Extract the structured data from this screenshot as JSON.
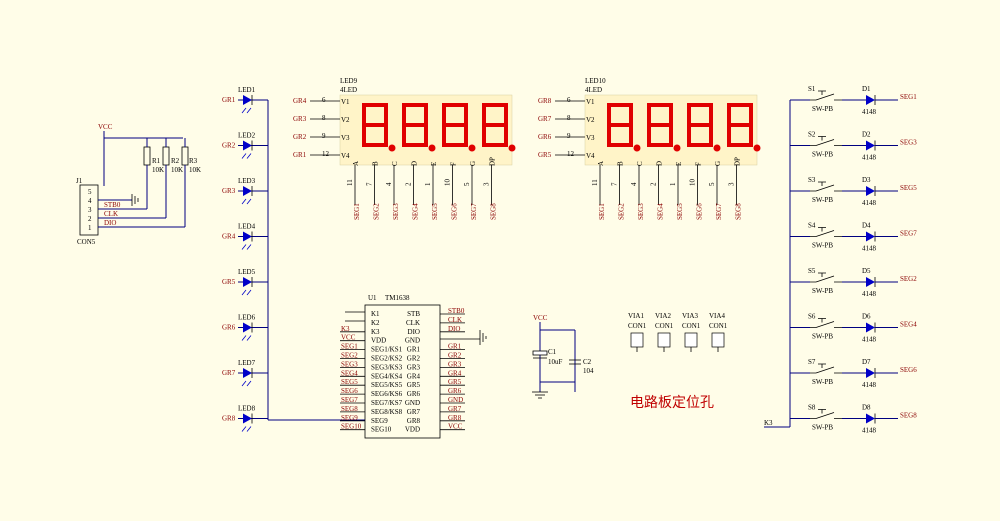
{
  "colors": {
    "background": "#fffde8",
    "wire": "#000080",
    "led_segment": "#e00000",
    "led_panel": "#fff4c8",
    "net_label": "#8b0000",
    "diode": "#0000c8",
    "hint_text": "#c00000"
  },
  "vcc": "VCC",
  "j1": {
    "ref": "J1",
    "name": "CON5",
    "pins": [
      "5",
      "4",
      "3",
      "2",
      "1"
    ],
    "nets": [
      "STB0",
      "CLK",
      "DIO"
    ]
  },
  "resistors": [
    {
      "ref": "R1",
      "val": "10K"
    },
    {
      "ref": "R2",
      "val": "10K"
    },
    {
      "ref": "R3",
      "val": "10K"
    }
  ],
  "leds": [
    {
      "ref": "LED1",
      "net": "GR1"
    },
    {
      "ref": "LED2",
      "net": "GR2"
    },
    {
      "ref": "LED3",
      "net": "GR3"
    },
    {
      "ref": "LED4",
      "net": "GR4"
    },
    {
      "ref": "LED5",
      "net": "GR5"
    },
    {
      "ref": "LED6",
      "net": "GR6"
    },
    {
      "ref": "LED7",
      "net": "GR7"
    },
    {
      "ref": "LED8",
      "net": "GR8"
    }
  ],
  "displays": [
    {
      "ref": "LED9",
      "type": "4LED",
      "inputs": [
        {
          "net": "GR4",
          "pin": "6"
        },
        {
          "net": "GR3",
          "pin": "8"
        },
        {
          "net": "GR2",
          "pin": "9"
        },
        {
          "net": "GR1",
          "pin": "12"
        }
      ],
      "pins": [
        "11",
        "7",
        "4",
        "2",
        "1",
        "10",
        "5",
        "3"
      ]
    },
    {
      "ref": "LED10",
      "type": "4LED",
      "inputs": [
        {
          "net": "GR8",
          "pin": "6"
        },
        {
          "net": "GR7",
          "pin": "8"
        },
        {
          "net": "GR6",
          "pin": "9"
        },
        {
          "net": "GR5",
          "pin": "12"
        }
      ],
      "pins": [
        "11",
        "7",
        "4",
        "2",
        "1",
        "10",
        "5",
        "3"
      ]
    }
  ],
  "digit_labels": [
    "V1",
    "V2",
    "V3",
    "V4"
  ],
  "seg_letters": [
    "A",
    "B",
    "C",
    "D",
    "E",
    "F",
    "G",
    "DP"
  ],
  "seg_nets": [
    "SEG1",
    "SEG2",
    "SEG3",
    "SEG4",
    "SEG5",
    "SEG6",
    "SEG7",
    "SEG8"
  ],
  "tm1638": {
    "ref": "U1",
    "name": "TM1638",
    "left_pins": [
      "K1",
      "K2",
      "K3",
      "VDD",
      "SEG1/KS1",
      "SEG2/KS2",
      "SEG3/KS3",
      "SEG4/KS4",
      "SEG5/KS5",
      "SEG6/KS6",
      "SEG7/KS7",
      "SEG8/KS8",
      "SEG9",
      "SEG10"
    ],
    "right_pins": [
      "STB",
      "CLK",
      "DIO",
      "GND",
      "GR1",
      "GR2",
      "GR3",
      "GR4",
      "GR5",
      "GR6",
      "GND",
      "GR7",
      "GR8",
      "VDD"
    ],
    "left_nets": [
      "",
      "",
      "K3",
      "VCC",
      "SEG1",
      "SEG2",
      "SEG3",
      "SEG4",
      "SEG5",
      "SEG6",
      "SEG7",
      "SEG8",
      "SEG9",
      "SEG10"
    ],
    "right_nets": [
      "STB0",
      "CLK",
      "DIO",
      "",
      "GR1",
      "GR2",
      "GR3",
      "GR4",
      "GR5",
      "GR6",
      "GND",
      "GR7",
      "GR8",
      "VCC"
    ]
  },
  "caps": [
    {
      "ref": "C1",
      "val": "10uF"
    },
    {
      "ref": "C2",
      "val": "104"
    }
  ],
  "vias": [
    {
      "ref": "VIA1",
      "name": "CON1"
    },
    {
      "ref": "VIA2",
      "name": "CON1"
    },
    {
      "ref": "VIA3",
      "name": "CON1"
    },
    {
      "ref": "VIA4",
      "name": "CON1"
    }
  ],
  "mount_hole_note": "电路板定位孔",
  "switches": [
    {
      "sw": "S1",
      "diode": "D1",
      "net": "SEG1"
    },
    {
      "sw": "S2",
      "diode": "D2",
      "net": "SEG3"
    },
    {
      "sw": "S3",
      "diode": "D3",
      "net": "SEG5"
    },
    {
      "sw": "S4",
      "diode": "D4",
      "net": "SEG7"
    },
    {
      "sw": "S5",
      "diode": "D5",
      "net": "SEG2"
    },
    {
      "sw": "S6",
      "diode": "D6",
      "net": "SEG4"
    },
    {
      "sw": "S7",
      "diode": "D7",
      "net": "SEG6"
    },
    {
      "sw": "S8",
      "diode": "D8",
      "net": "SEG8"
    }
  ],
  "sw_type": "SW-PB",
  "diode_type": "4148",
  "k3": "K3"
}
